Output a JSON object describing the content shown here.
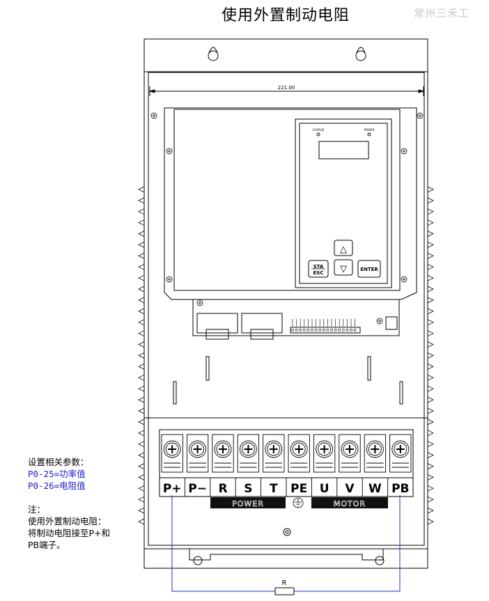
{
  "title": "使用外置制动电阻",
  "watermark": "常州三禾工",
  "dimension_label": "221.00",
  "keypad": {
    "led_left": "CHARGE",
    "led_right": "POWER",
    "key_sta": "STA",
    "key_esc": "ESC",
    "key_up": "△",
    "key_down": "▽",
    "key_enter": "ENTER"
  },
  "terminals": [
    "P+",
    "P−",
    "R",
    "S",
    "T",
    "PE",
    "U",
    "V",
    "W",
    "PB"
  ],
  "power_label": "POWER",
  "motor_label": "MOTOR",
  "resistor_label": "R",
  "notes": {
    "heading": "设置相关参数：",
    "param1": "P0-25=功率值",
    "param2": "P0-26=电阻值",
    "note_heading": "注：",
    "note_line1": "使用外置制动电阻：",
    "note_line2": "将制动电阻接至P+和",
    "note_line3": "PB端子。"
  },
  "colors": {
    "wire": "#2a2ad0",
    "param_text": "#1a1ad0",
    "label_bar": "#111111"
  }
}
